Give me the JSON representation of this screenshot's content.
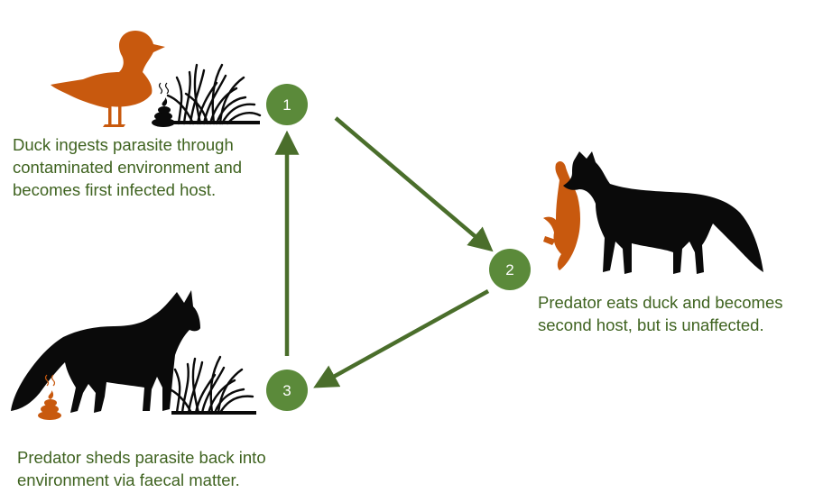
{
  "colors": {
    "accent_green": "#4a6e2b",
    "node_fill": "#5b8a3a",
    "text_green": "#3f6320",
    "silhouette_orange": "#c8590e",
    "silhouette_black": "#0a0a0a"
  },
  "steps": [
    {
      "number": "1",
      "caption_lines": [
        "Duck ingests parasite through",
        "contaminated environment and",
        "becomes first infected host."
      ]
    },
    {
      "number": "2",
      "caption_lines": [
        "Predator eats duck and becomes",
        "second host, but is unaffected."
      ]
    },
    {
      "number": "3",
      "caption_lines": [
        "Predator sheds parasite back into",
        "environment via faecal matter."
      ]
    }
  ],
  "icons": [
    "duck-silhouette-icon",
    "grass-tuft-icon",
    "droppings-icon",
    "fox-with-duck-silhouette-icon",
    "fox-silhouette-icon"
  ]
}
